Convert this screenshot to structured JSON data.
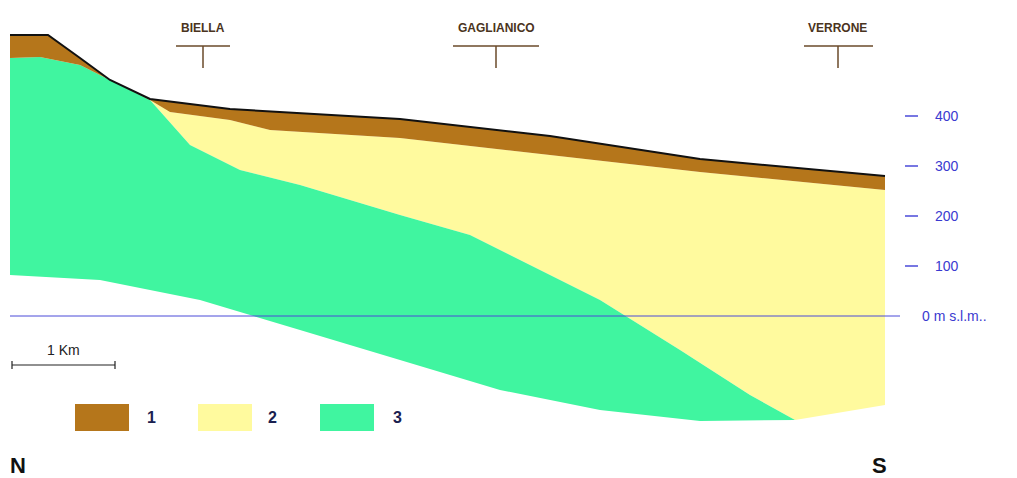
{
  "diagram": {
    "labels": [
      "BIELLA",
      "GAGLIANICO",
      "VERRONE",
      "400",
      "300",
      "200",
      "100",
      "0 m s.l.m..",
      "1 Km",
      "N",
      "S"
    ],
    "legend": [
      {
        "text": "1",
        "color": "#b5761b"
      },
      {
        "text": "2",
        "color": "#fffa9e"
      },
      {
        "text": "3",
        "color": "#40f5a0"
      }
    ]
  }
}
